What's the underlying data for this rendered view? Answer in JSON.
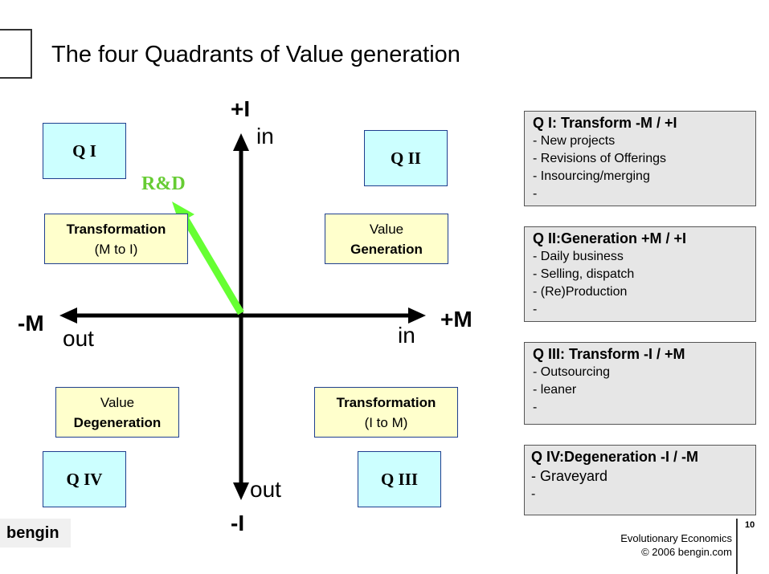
{
  "title": "The four Quadrants of Value generation",
  "quadrants": {
    "q1": "Q I",
    "q2": "Q II",
    "q3": "Q III",
    "q4": "Q IV"
  },
  "boxes": {
    "transformation_mi": {
      "line1": "Transformation",
      "line2": "(M to I)"
    },
    "value_generation": {
      "line1": "Value",
      "line2": "Generation"
    },
    "value_degeneration": {
      "line1": "Value",
      "line2": "Degeneration"
    },
    "transformation_im": {
      "line1": "Transformation",
      "line2": "(I to M)"
    }
  },
  "axes": {
    "plus_i": "+I",
    "minus_i": "-I",
    "plus_m": "+M",
    "minus_m": "-M",
    "in_top": "in",
    "out_bottom": "out",
    "in_right": "in",
    "out_left": "out"
  },
  "rd_label": "R&D",
  "colors": {
    "quadrant_fill": "#ccffff",
    "box_fill": "#ffffcc",
    "arrow_green": "#66ff33",
    "rd_text": "#66cc33",
    "side_fill": "#e6e6e6"
  },
  "side_panels": [
    {
      "heading": "Q I: Transform -M / +I",
      "items": [
        "- New projects",
        "- Revisions of Offerings",
        "- Insourcing/merging",
        "-"
      ]
    },
    {
      "heading": "Q II:Generation +M / +I",
      "items": [
        "- Daily business",
        "- Selling, dispatch",
        "- (Re)Production",
        "-"
      ]
    },
    {
      "heading": "Q III: Transform -I / +M",
      "items": [
        "- Outsourcing",
        "- leaner",
        "-"
      ]
    },
    {
      "heading": "Q IV:Degeneration -I / -M",
      "items": [
        "- Graveyard",
        "-"
      ]
    }
  ],
  "footer": {
    "brand": "bengin",
    "line1": "Evolutionary Economics",
    "line2": "© 2006 bengin.com",
    "page": "10"
  }
}
